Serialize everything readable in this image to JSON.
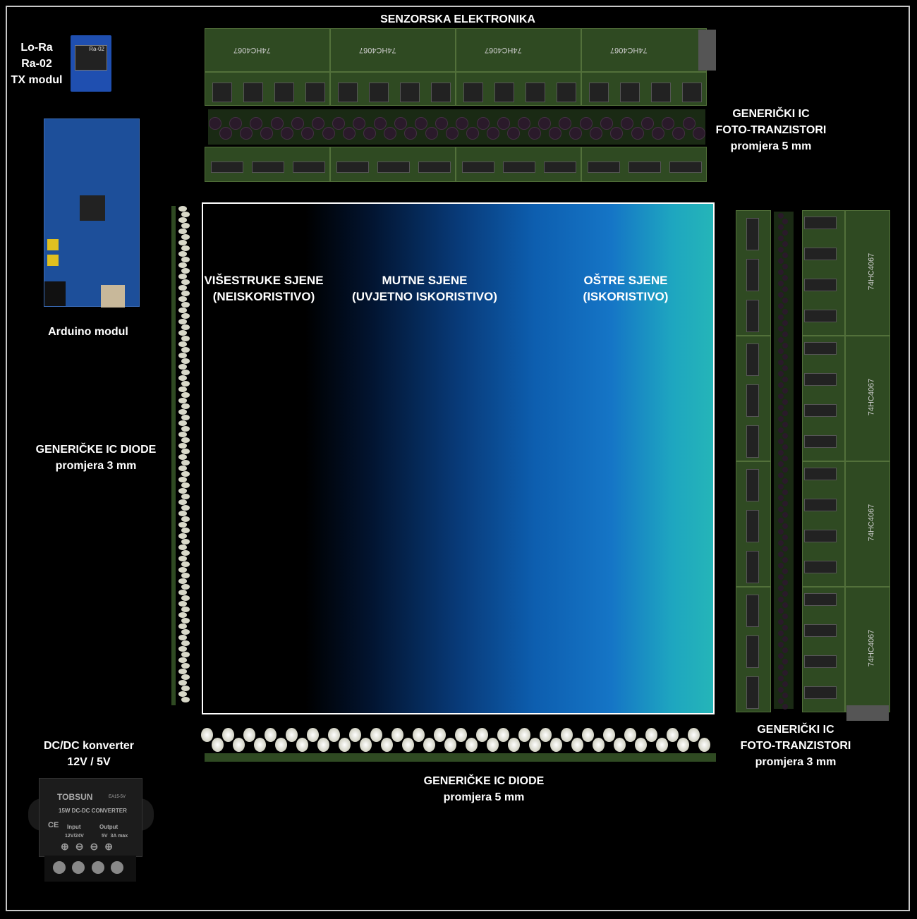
{
  "title": "SENZORSKA ELEKTRONIKA",
  "labels": {
    "lora": [
      "Lo-Ra",
      "Ra-02",
      "TX modul"
    ],
    "arduino": "Arduino modul",
    "phototransistors_5mm": [
      "GENERIČKI IC",
      "FOTO-TRANZISTORI",
      "promjera 5 mm"
    ],
    "diodes_3mm": [
      "GENERIČKE IC DIODE",
      "promjera 3 mm"
    ],
    "dcdc": [
      "DC/DC konverter",
      "12V / 5V"
    ],
    "diodes_5mm": [
      "GENERIČKE IC DIODE",
      "promjera 5 mm"
    ],
    "phototransistors_3mm": [
      "GENERIČKI IC",
      "FOTO-TRANZISTORI",
      "promjera 3 mm"
    ]
  },
  "panel": {
    "zones": [
      {
        "title": "VIŠESTRUKE SJENE",
        "sub": "(NEISKORISTIVO)"
      },
      {
        "title": "MUTNE SJENE",
        "sub": "(UVJETNO ISKORISTIVO)"
      },
      {
        "title": "OŠTRE SJENE",
        "sub": "(ISKORISTIVO)"
      }
    ]
  },
  "chips": {
    "lora": "Ra-02",
    "mux": "74HC4067"
  },
  "converter": {
    "brand": "TOBSUN",
    "model": "EA15-5V",
    "desc": "15W DC-DC CONVERTER",
    "input": "Input",
    "output": "Output",
    "in_v": "12V/24V",
    "out_v": "5V  3A max"
  }
}
